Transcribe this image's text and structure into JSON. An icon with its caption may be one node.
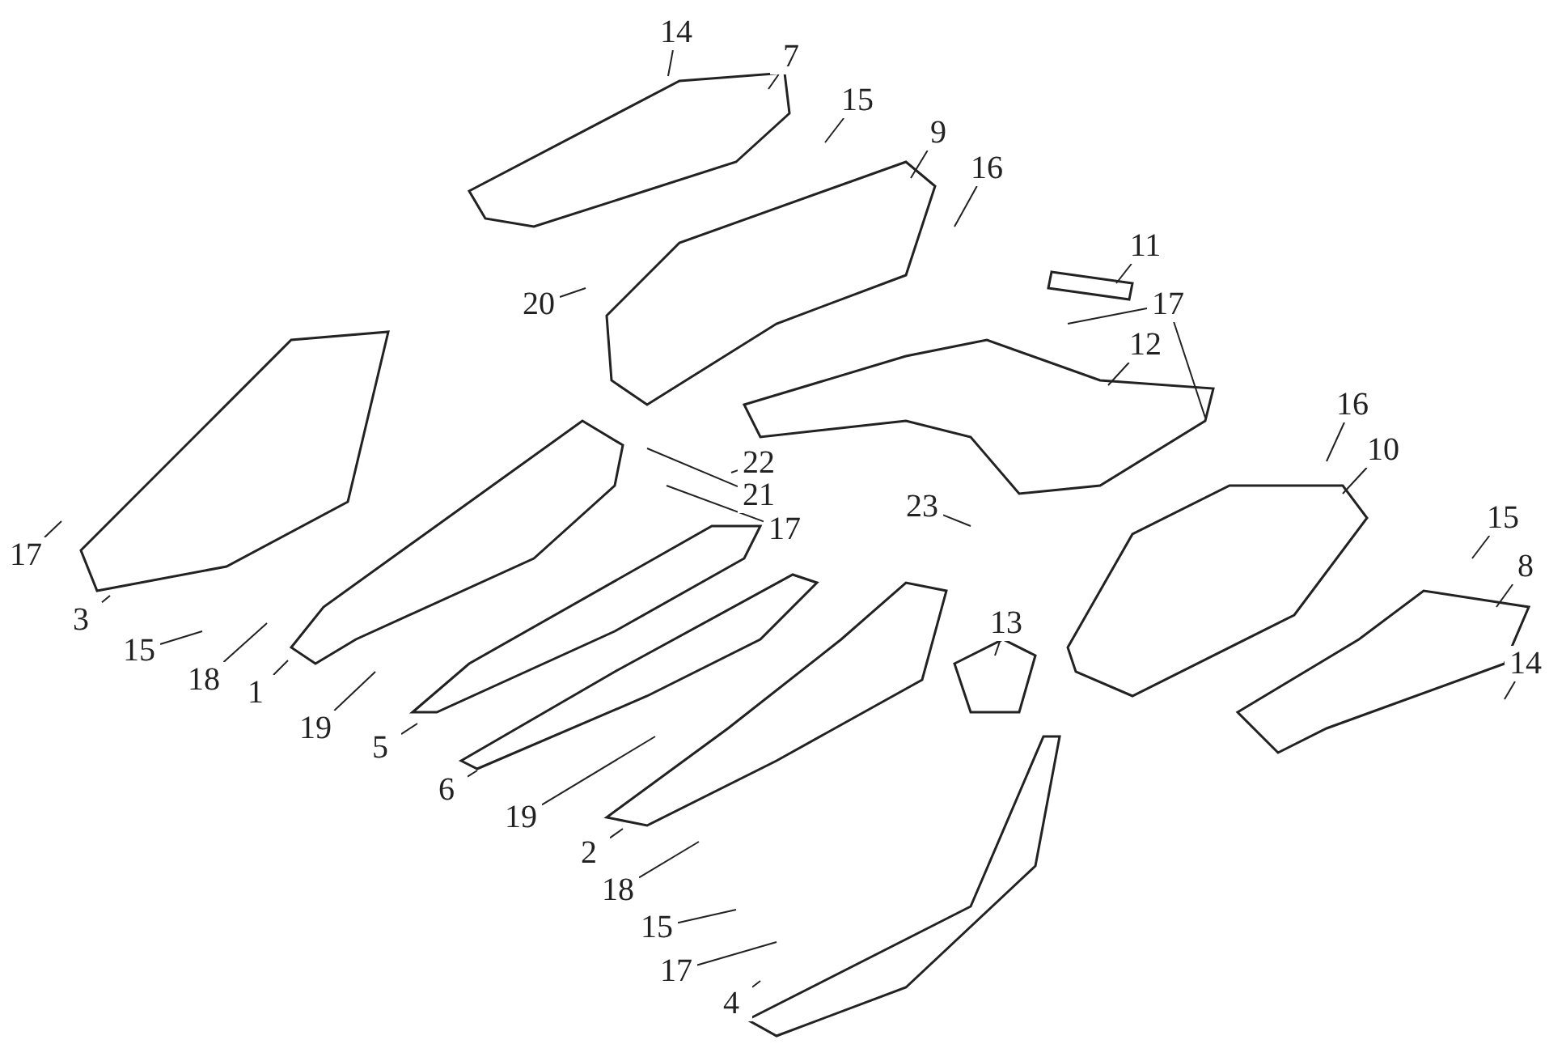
{
  "diagram": {
    "nodes": [
      {
        "text": [
          "14"
        ]
      },
      {
        "text": [
          "7"
        ]
      },
      {
        "text": [
          "15"
        ]
      },
      {
        "text": [
          "9"
        ]
      },
      {
        "text": [
          "16"
        ]
      },
      {
        "text": [
          "11"
        ]
      },
      {
        "text": [
          "17"
        ]
      },
      {
        "text": [
          "12"
        ]
      },
      {
        "text": [
          "20"
        ]
      },
      {
        "text": [
          "16"
        ]
      },
      {
        "text": [
          "10"
        ]
      },
      {
        "text": [
          "22"
        ]
      },
      {
        "text": [
          "21"
        ]
      },
      {
        "text": [
          "23"
        ]
      },
      {
        "text": [
          "17"
        ]
      },
      {
        "text": [
          "15"
        ]
      },
      {
        "text": [
          "17"
        ]
      },
      {
        "text": [
          "8"
        ]
      },
      {
        "text": [
          "3"
        ]
      },
      {
        "text": [
          "15"
        ]
      },
      {
        "text": [
          "18"
        ]
      },
      {
        "text": [
          "1"
        ]
      },
      {
        "text": [
          "14"
        ]
      },
      {
        "text": [
          "19"
        ]
      },
      {
        "text": [
          "5"
        ]
      },
      {
        "text": [
          "6"
        ]
      },
      {
        "text": [
          "19"
        ]
      },
      {
        "text": [
          "2"
        ]
      },
      {
        "text": [
          "13"
        ]
      },
      {
        "text": [
          "18"
        ]
      },
      {
        "text": [
          "15"
        ]
      },
      {
        "text": [
          "17"
        ]
      },
      {
        "text": [
          "4"
        ]
      }
    ],
    "edges": [
      {
        "from": 0,
        "to": null,
        "arrow": "none"
      },
      {
        "from": 1,
        "to": null,
        "arrow": "none"
      },
      {
        "from": 2,
        "to": null,
        "arrow": "none"
      },
      {
        "from": 3,
        "to": null,
        "arrow": "none"
      },
      {
        "from": 4,
        "to": null,
        "arrow": "none"
      },
      {
        "from": 5,
        "to": null,
        "arrow": "none"
      },
      {
        "from": 6,
        "to": null,
        "arrow": "none"
      },
      {
        "from": 6,
        "to": null,
        "arrow": "none"
      },
      {
        "from": 7,
        "to": null,
        "arrow": "none"
      },
      {
        "from": 8,
        "to": null,
        "arrow": "none"
      },
      {
        "from": 9,
        "to": null,
        "arrow": "none"
      },
      {
        "from": 10,
        "to": null,
        "arrow": "none"
      },
      {
        "from": 11,
        "to": null,
        "arrow": "none"
      },
      {
        "from": 12,
        "to": null,
        "arrow": "none"
      },
      {
        "from": 13,
        "to": null,
        "arrow": "none"
      },
      {
        "from": 14,
        "to": null,
        "arrow": "none"
      },
      {
        "from": 15,
        "to": null,
        "arrow": "none"
      },
      {
        "from": 16,
        "to": null,
        "arrow": "none"
      },
      {
        "from": 17,
        "to": null,
        "arrow": "none"
      },
      {
        "from": 18,
        "to": null,
        "arrow": "none"
      },
      {
        "from": 19,
        "to": null,
        "arrow": "none"
      },
      {
        "from": 20,
        "to": null,
        "arrow": "none"
      },
      {
        "from": 21,
        "to": null,
        "arrow": "none"
      },
      {
        "from": 22,
        "to": null,
        "arrow": "none"
      },
      {
        "from": 23,
        "to": null,
        "arrow": "none"
      },
      {
        "from": 24,
        "to": null,
        "arrow": "none"
      },
      {
        "from": 25,
        "to": null,
        "arrow": "none"
      },
      {
        "from": 26,
        "to": null,
        "arrow": "none"
      },
      {
        "from": 27,
        "to": null,
        "arrow": "none"
      },
      {
        "from": 28,
        "to": null,
        "arrow": "none"
      },
      {
        "from": 29,
        "to": null,
        "arrow": "none"
      },
      {
        "from": 30,
        "to": null,
        "arrow": "none"
      },
      {
        "from": 31,
        "to": null,
        "arrow": "none"
      },
      {
        "from": 32,
        "to": null,
        "arrow": "none"
      }
    ]
  }
}
